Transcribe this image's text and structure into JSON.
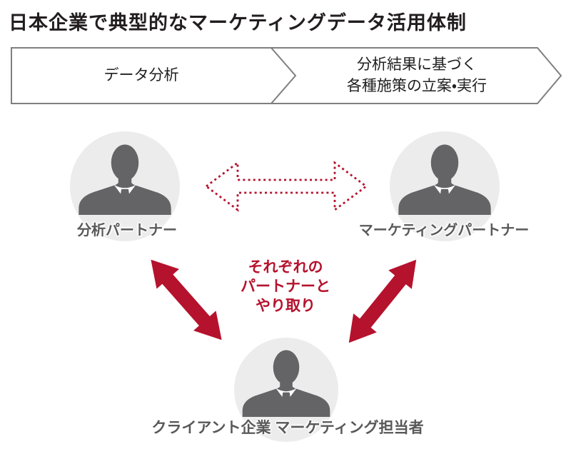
{
  "title": "日本企業で典型的なマーケティングデータ活用体制",
  "flow": {
    "step1_label": "データ分析",
    "step2_line1": "分析結果に基づく",
    "step2_line2": "各種施策の立案・実行"
  },
  "actors": {
    "analysis_partner": "分析パートナー",
    "marketing_partner": "マーケティングパートナー",
    "client": "クライアント企業 マーケティング担当者"
  },
  "center_note": {
    "line1": "それぞれの",
    "line2": "パートナーと",
    "line3": "やり取り"
  },
  "icons": {
    "avatar": "businessman-silhouette-icon",
    "dotted_arrow": "dotted-double-headed-arrow",
    "solid_arrows": "solid-double-headed-arrow"
  },
  "colors": {
    "accent_red": "#b5122d",
    "flow_border_gray": "#7f7f7f",
    "avatar_bg": "#ececec",
    "avatar_fg": "#646466",
    "actor_label_gray": "#595959",
    "title_black": "#221d1e"
  }
}
